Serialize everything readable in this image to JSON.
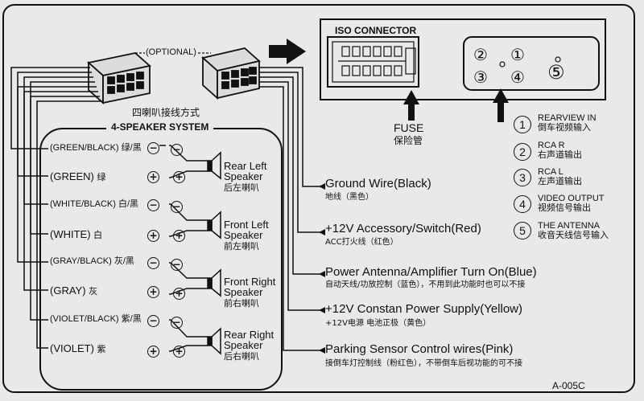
{
  "optional_label": "(OPTIONAL)",
  "system_title_cn": "四喇叭接线方式",
  "system_title": "4-SPEAKER SYSTEM",
  "wires": [
    {
      "label": "(GREEN/BLACK)",
      "cn": "绿/黑",
      "polarity": "−"
    },
    {
      "label": "(GREEN)",
      "cn": "绿",
      "polarity": "+"
    },
    {
      "label": "(WHITE/BLACK)",
      "cn": "白/黑",
      "polarity": "−"
    },
    {
      "label": "(WHITE)",
      "cn": "白",
      "polarity": "+"
    },
    {
      "label": "(GRAY/BLACK)",
      "cn": "灰/黑",
      "polarity": "−"
    },
    {
      "label": "(GRAY)",
      "cn": "灰",
      "polarity": "+"
    },
    {
      "label": "(VIOLET/BLACK)",
      "cn": "紫/黑",
      "polarity": "−"
    },
    {
      "label": "(VIOLET)",
      "cn": "紫",
      "polarity": "+"
    }
  ],
  "speakers": [
    {
      "line1": "Rear Left",
      "line2": "Speaker",
      "cn": "后左喇叭"
    },
    {
      "line1": "Front Left",
      "line2": "Speaker",
      "cn": "前左喇叭"
    },
    {
      "line1": "Front Right",
      "line2": "Speaker",
      "cn": "前右喇叭"
    },
    {
      "line1": "Rear Right",
      "line2": "Speaker",
      "cn": "后右喇叭"
    }
  ],
  "iso_connector": "ISO CONNECTOR",
  "fuse": {
    "label": "FUSE",
    "cn": "保险管"
  },
  "power_wires": [
    {
      "label": "Ground Wire(Black)",
      "cn": "地线（黑色）"
    },
    {
      "label": "+12V Accessory/Switch(Red)",
      "cn": "ACC打火线（红色）"
    },
    {
      "label": "Power Antenna/Amplifier Turn On(Blue)",
      "cn": "自动天线/功放控制（蓝色），不用到此功能时也可以不接"
    },
    {
      "label": "+12V Constan Power Supply(Yellow)",
      "cn": "+12V电源 电池正极（黄色）"
    },
    {
      "label": "Parking Sensor Control wires(Pink)",
      "cn": "接倒车灯控制线（粉红色），不带倒车后视功能的可不接"
    }
  ],
  "legend": [
    {
      "num": "1",
      "line1": "REARVIEW IN",
      "line2": "",
      "cn": "倒车视频输入"
    },
    {
      "num": "2",
      "line1": "RCA R",
      "line2": "",
      "cn": "右声道输出"
    },
    {
      "num": "3",
      "line1": "RCA L",
      "line2": "",
      "cn": "左声道输出"
    },
    {
      "num": "4",
      "line1": "VIDEO OUTPUT",
      "line2": "",
      "cn": "视频信号输出"
    },
    {
      "num": "5",
      "line1": "THE ANTENNA",
      "line2": "",
      "cn": "收音天线信号输入"
    }
  ],
  "panel_numbers": [
    "②",
    "①",
    "③",
    "④",
    "⑤"
  ],
  "model_code": "A-005C"
}
